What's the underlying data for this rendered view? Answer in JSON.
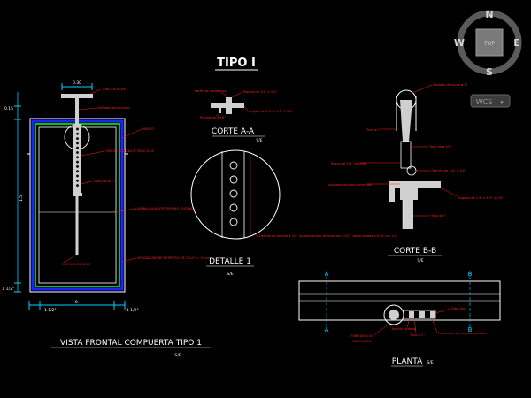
{
  "title": "TIPO I",
  "views": {
    "frontal": {
      "title": "VISTA FRONTAL COMPUERTA TIPO 1",
      "scale": "S/E"
    },
    "corte_aa": {
      "title": "CORTE A-A",
      "scale": "S/E"
    },
    "detalle": {
      "title": "DETALLE 1",
      "scale": "S/E"
    },
    "corte_bb": {
      "title": "CORTE B-B",
      "scale": "S/E"
    },
    "planta": {
      "title": "PLANTA",
      "scale": "S/E"
    }
  },
  "section_marks": {
    "a": "A",
    "b": "B"
  },
  "viewcube": {
    "n": "N",
    "s": "S",
    "e": "E",
    "w": "W",
    "face": "TOP",
    "wcs": "WCS"
  },
  "dims": {
    "top_width": "0.30",
    "left_top": "0.15",
    "left_main": "1.5",
    "left_bottom": "1 1/2\"",
    "bottom_width": "0.",
    "bottom_left": "1 1/2\"",
    "bottom_right": "1 1/2\""
  },
  "notes": {
    "frontal": [
      "TUBO DE ø 3/4\"",
      "Sellado de concreto",
      "MARCO",
      "ORIFICIOS DE ø1/2\" PASO 0.05",
      "TUBO DE ø 1\"",
      "LAMINA CALIENTE THERMO-CHORADO",
      "ORIFICIO DE 3/16\"",
      "SOLDADURA DE MORTERO DE 2 1/2\" = 10 cm"
    ],
    "corte_aa": [
      "Perfil con soldadura",
      "Platina de 1/2\" x 1/2\"",
      "Angulo de 1.5\" x 1.5\" x 1/4\"",
      "Platina de 3/16\""
    ],
    "detalle": [
      "Detalle de tornillo ø 3/4\" apretando por orificios de ø 1/2\", distanciados a 0.05 cm. c/u."
    ],
    "corte_bb": [
      "Soldado de barra ø 1\"",
      "Tuvo ø 1\"",
      "Tuvo de ø 3/4\"",
      "Rosca de 3/4\" roscado",
      "Tornillo de 1/2\" x 1/2\"",
      "Acodamiento de protección",
      "Angular de 1.5\" x 1.5\" x 1/4\"",
      "Tubo ø 1\""
    ],
    "planta": [
      "Tubo liso",
      "Tornillo soldado",
      "TUBO DE ø 3/4\"",
      "CODO ø 3/4\"",
      "Tuvo ø 1\"",
      "Protección de angular soldado"
    ]
  },
  "colors": {
    "background": "#000000",
    "line": "#ffffff",
    "annotation": "#ff2020",
    "dimension": "#00d0ff",
    "frame_green": "#00c800",
    "frame_blue": "#2020ff",
    "steel": "#cfcfcf"
  }
}
